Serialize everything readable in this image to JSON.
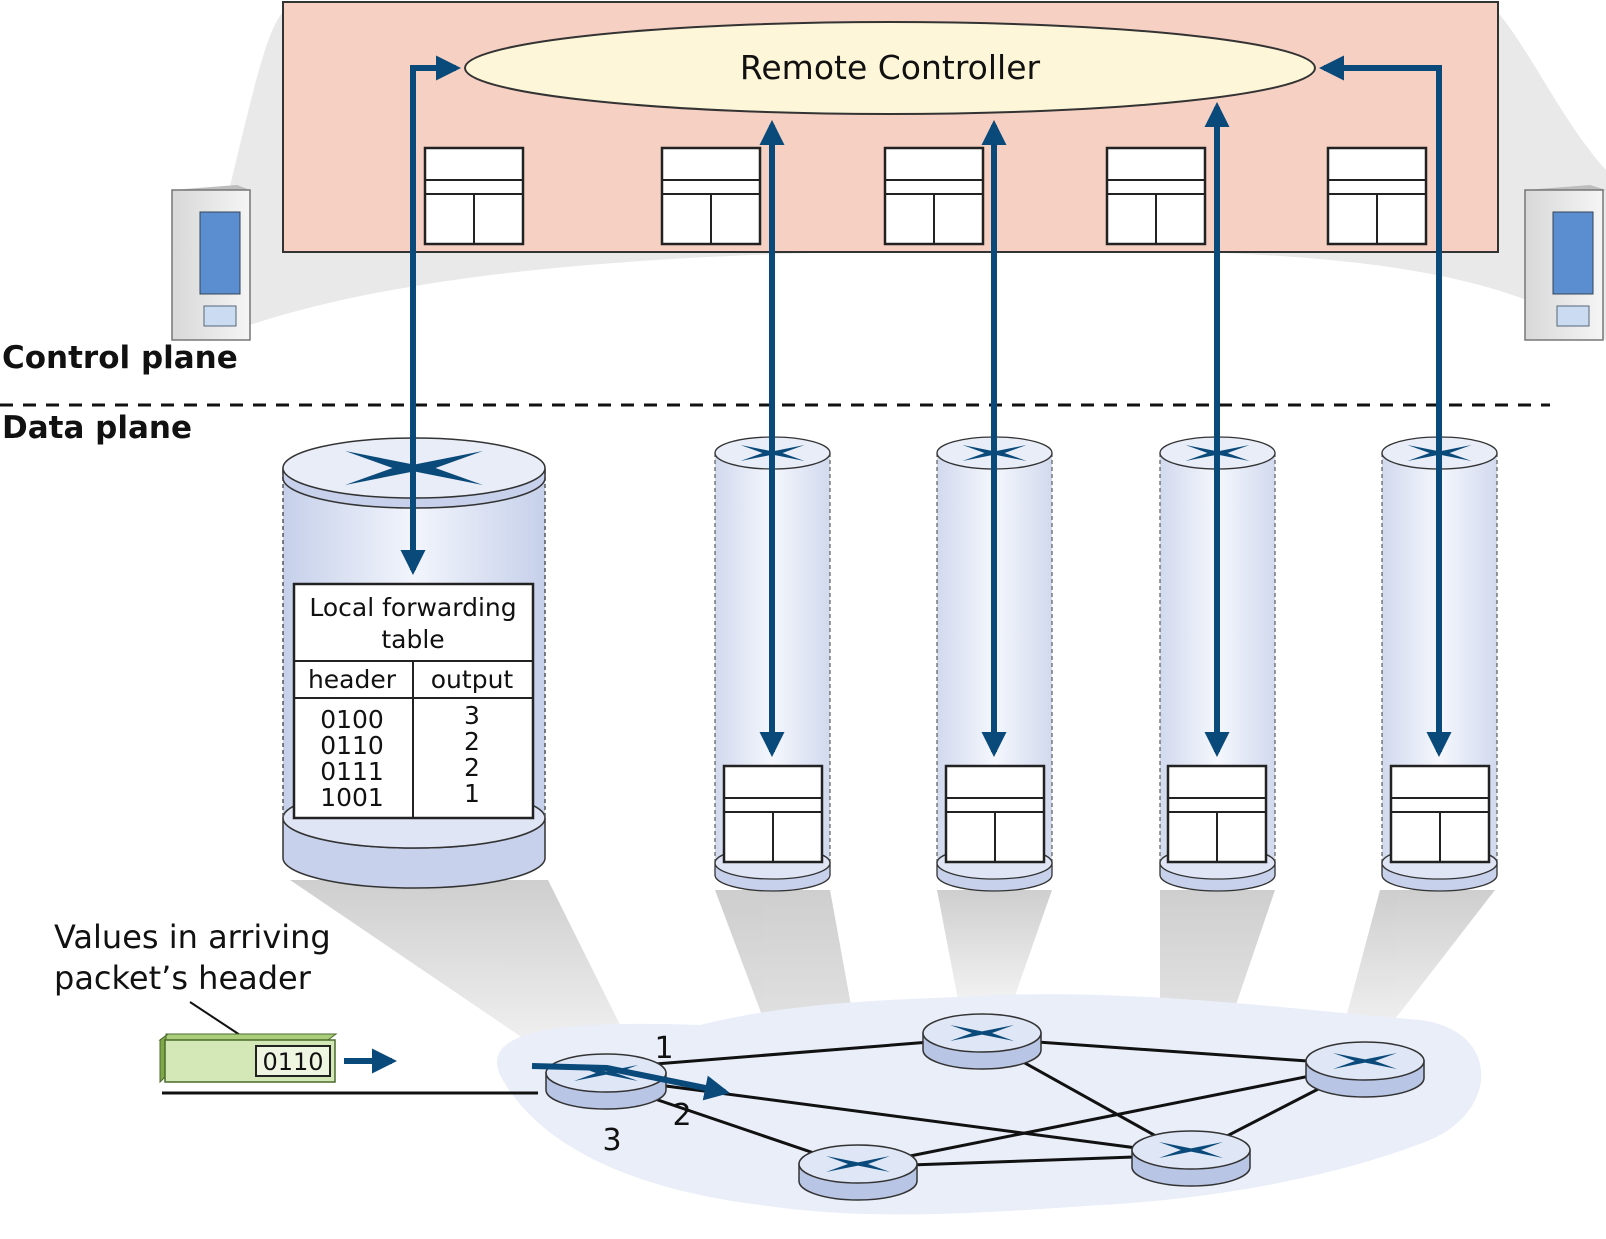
{
  "control_plane_label": "Control plane",
  "data_plane_label": "Data plane",
  "controller_label": "Remote Controller",
  "forwarding_table": {
    "title_line1": "Local forwarding",
    "title_line2": "table",
    "col_header": "header",
    "col_output": "output",
    "rows": [
      {
        "header": "0100",
        "output": "3"
      },
      {
        "header": "0110",
        "output": "2"
      },
      {
        "header": "0111",
        "output": "2"
      },
      {
        "header": "1001",
        "output": "1"
      }
    ]
  },
  "packet": {
    "annotation_line1": "Values in arriving",
    "annotation_line2": "packet’s header",
    "header_value": "0110"
  },
  "ports": [
    "1",
    "2",
    "3"
  ],
  "colors": {
    "control_bg": "#f5d0c3",
    "controller_fill": "#fdf6d8",
    "arrow": "#0a4a7a",
    "router_body": "#c9d4ec",
    "packet": "#cfe3b0"
  }
}
